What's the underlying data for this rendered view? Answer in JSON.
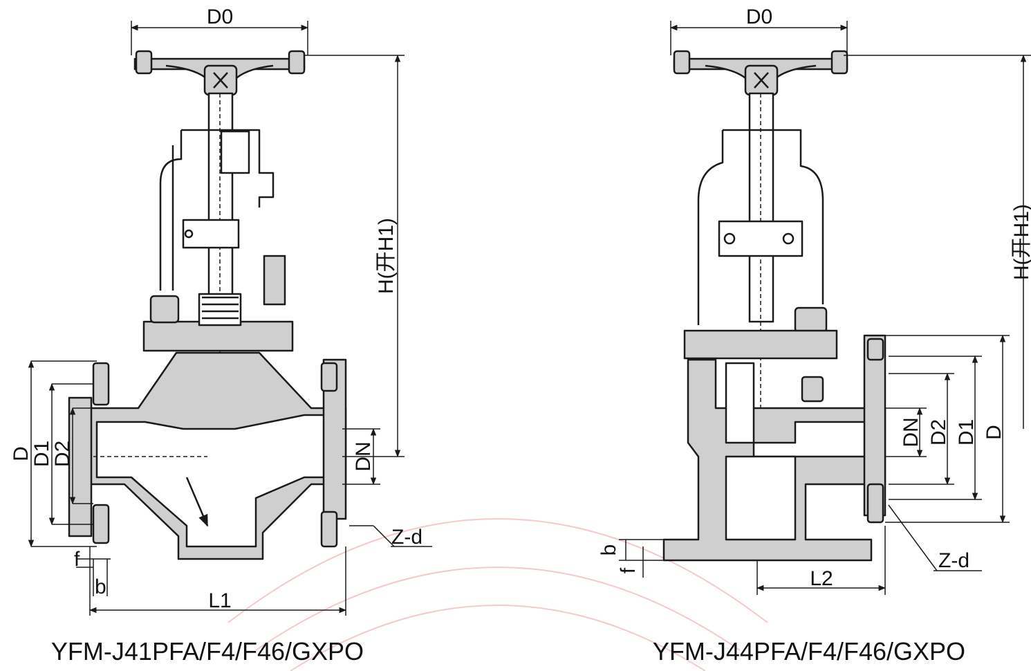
{
  "left_valve": {
    "caption": "YFM-J41PFA/F4/F46/GXPO",
    "dims": {
      "D0": "D0",
      "H": "H(开H1)",
      "D": "D",
      "D1": "D1",
      "D2": "D2",
      "DN": "DN",
      "Zd": "Z-d",
      "f": "f",
      "b": "b",
      "L1": "L1"
    }
  },
  "right_valve": {
    "caption": "YFM-J44PFA/F4/F46/GXPO",
    "dims": {
      "D0": "D0",
      "H": "H(开H1)",
      "DN": "DN",
      "D2": "D2",
      "D1": "D1",
      "D": "D",
      "Zd": "Z-d",
      "b": "b",
      "f": "f",
      "L2": "L2"
    }
  },
  "colors": {
    "line": "#1a1a1a",
    "fill": "#cfcfcf",
    "watermark": "#f3c9c9"
  }
}
